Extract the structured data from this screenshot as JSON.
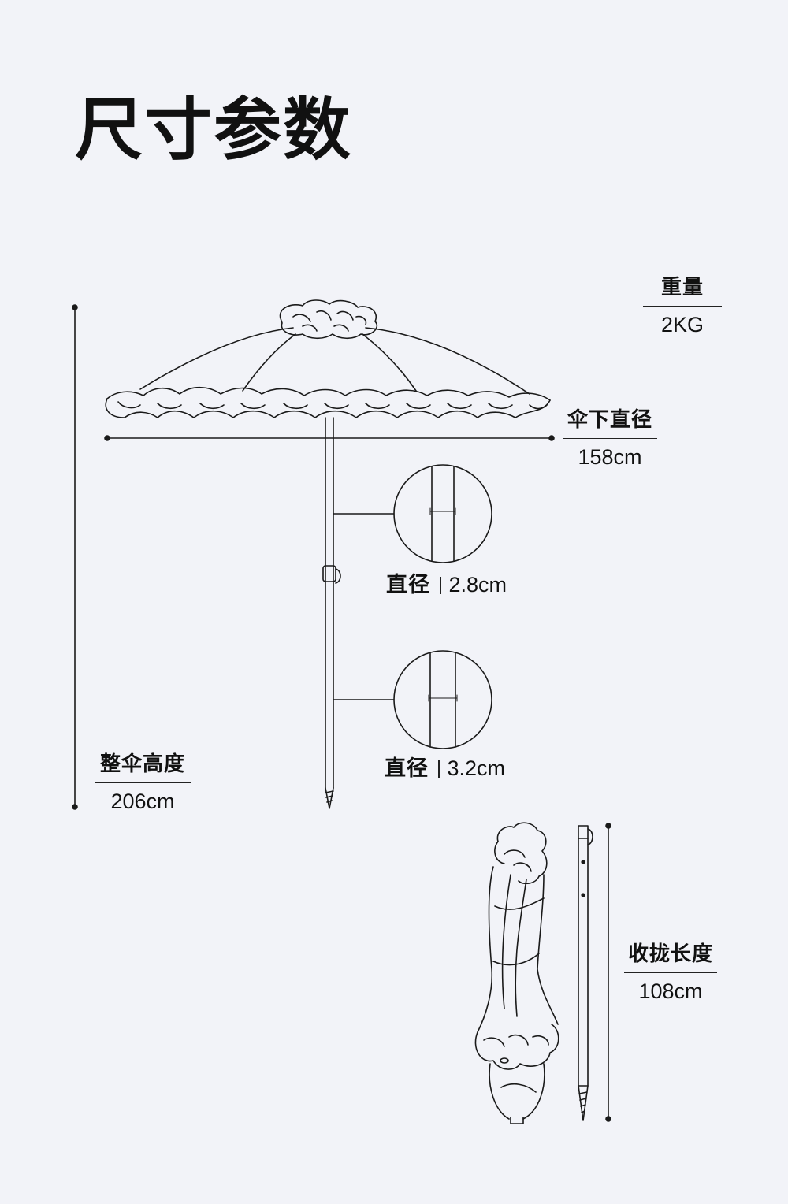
{
  "page": {
    "title": "尺寸参数"
  },
  "specs": {
    "weight": {
      "label": "重量",
      "value": "2KG"
    },
    "canopy_diameter": {
      "label": "伞下直径",
      "value": "158cm"
    },
    "upper_pole_diameter": {
      "label": "直径",
      "value": "2.8cm"
    },
    "lower_pole_diameter": {
      "label": "直径",
      "value": "3.2cm"
    },
    "total_height": {
      "label": "整伞高度",
      "value": "206cm"
    },
    "folded_length": {
      "label": "收拢长度",
      "value": "108cm"
    }
  },
  "colors": {
    "background": "#f2f3f8",
    "line": "#1a1a1a",
    "text": "#111111"
  }
}
